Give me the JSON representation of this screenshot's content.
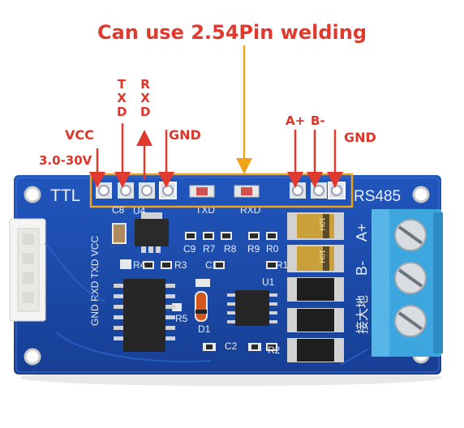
{
  "header": {
    "title": "Can use 2.54Pin welding"
  },
  "labels": {
    "vcc": "VCC",
    "voltage": "3.0-30V",
    "txd": [
      "T",
      "X",
      "D"
    ],
    "rxd": [
      "R",
      "X",
      "D"
    ],
    "gnd_left": "GND",
    "a_plus": "A+",
    "b_minus": "B-",
    "gnd_right": "GND"
  },
  "board": {
    "ttl": "TTL",
    "rs485": "RS485",
    "txd_led": "TXD",
    "rxd_led": "RXD",
    "connector_pins": "GND RXD TXD VCC",
    "terminal_a": "A+",
    "terminal_b": "B-",
    "ground_cn": "接大地",
    "refs": [
      "C8",
      "U4",
      "C9",
      "R7",
      "R8",
      "R9",
      "R0",
      "R4",
      "R3",
      "C1",
      "R1",
      "U1",
      "R5",
      "D1",
      "C2",
      "R2"
    ],
    "diode_marks": [
      "10H",
      "10H"
    ]
  },
  "colors": {
    "pcb": "#1d4fb0",
    "annotation": "#e03a2e",
    "pin_box": "#f0a21a",
    "terminal": "#3ea6df"
  }
}
